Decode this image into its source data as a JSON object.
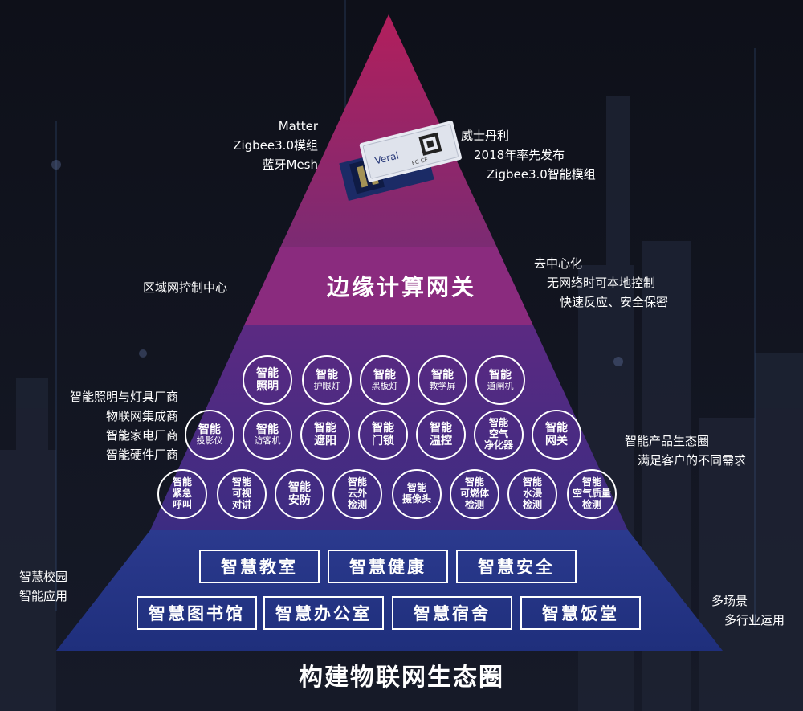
{
  "colors": {
    "top": "#b0215f",
    "gateway": "#8a2a7e",
    "products": "#4a2c86",
    "bottom": "#2a3a8c"
  },
  "module": {
    "left_notes": [
      "Matter",
      "Zigbee3.0模组",
      "蓝牙Mesh"
    ],
    "right_notes": [
      "威士丹利",
      "2018年率先发布",
      "Zigbee3.0智能模组"
    ],
    "brand": "Veral",
    "chip_icon": "zigbee-module-image"
  },
  "gateway": {
    "title": "边缘计算网关",
    "left_notes": [
      "区域网控制中心"
    ],
    "right_notes": [
      "去中心化",
      "无网络时可本地控制",
      "快速反应、安全保密"
    ]
  },
  "products": {
    "left_notes": [
      "智能照明与灯具厂商",
      "物联网集成商",
      "智能家电厂商",
      "智能硬件厂商"
    ],
    "right_notes": [
      "智能产品生态圈",
      "满足客户的不同需求"
    ],
    "row1": [
      {
        "l1": "智能",
        "l2": "照明",
        "size": "normal"
      },
      {
        "l1": "智能",
        "l2": "护眼灯",
        "size": "small"
      },
      {
        "l1": "智能",
        "l2": "黑板灯",
        "size": "small"
      },
      {
        "l1": "智能",
        "l2": "教学屏",
        "size": "small"
      },
      {
        "l1": "智能",
        "l2": "道闸机",
        "size": "small"
      }
    ],
    "row2": [
      {
        "l1": "智能",
        "l2": "投影仪",
        "size": "small"
      },
      {
        "l1": "智能",
        "l2": "访客机",
        "size": "small"
      },
      {
        "l1": "智能",
        "l2": "遮阳",
        "size": "normal"
      },
      {
        "l1": "智能",
        "l2": "门锁",
        "size": "normal"
      },
      {
        "l1": "智能",
        "l2": "温控",
        "size": "normal"
      },
      {
        "l1": "智能",
        "l2": "空气",
        "l3": "净化器",
        "size": "tiny"
      },
      {
        "l1": "智能",
        "l2": "网关",
        "size": "normal"
      }
    ],
    "row3": [
      {
        "l1": "智能",
        "l2": "紧急",
        "l3": "呼叫",
        "size": "tiny"
      },
      {
        "l1": "智能",
        "l2": "可视",
        "l3": "对讲",
        "size": "tiny"
      },
      {
        "l1": "智能",
        "l2": "安防",
        "size": "normal"
      },
      {
        "l1": "智能",
        "l2": "云外",
        "l3": "检测",
        "size": "tiny"
      },
      {
        "l1": "智能",
        "l2": "摄像头",
        "size": "tiny"
      },
      {
        "l1": "智能",
        "l2": "可燃体",
        "l3": "检测",
        "size": "tiny"
      },
      {
        "l1": "智能",
        "l2": "水浸",
        "l3": "检测",
        "size": "tiny"
      },
      {
        "l1": "智能",
        "l2": "空气质量",
        "l3": "检测",
        "size": "tiny"
      }
    ]
  },
  "scenes": {
    "left_notes": [
      "智慧校园",
      "智能应用"
    ],
    "right_notes": [
      "多场景",
      "多行业运用"
    ],
    "row1": [
      "智慧教室",
      "智慧健康",
      "智慧安全"
    ],
    "row2": [
      "智慧图书馆",
      "智慧办公室",
      "智慧宿舍",
      "智慧饭堂"
    ]
  },
  "footer": {
    "title": "构建物联网生态圈"
  }
}
